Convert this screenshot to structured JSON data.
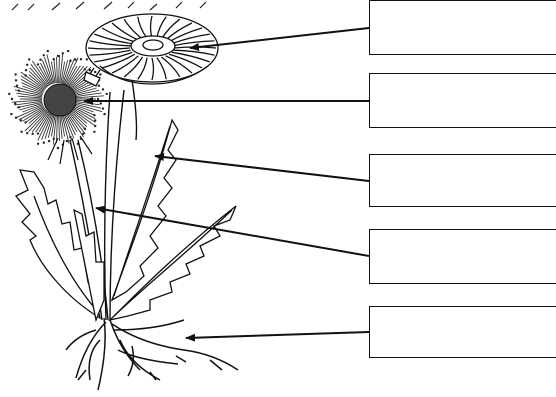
{
  "diagram": {
    "subject": "dandelion plant",
    "labels": [
      {
        "id": "box-1",
        "text": ""
      },
      {
        "id": "box-2",
        "text": ""
      },
      {
        "id": "box-3",
        "text": ""
      },
      {
        "id": "box-4",
        "text": ""
      },
      {
        "id": "box-5",
        "text": ""
      }
    ]
  },
  "colors": {
    "ink": "#111111",
    "background": "#ffffff"
  }
}
